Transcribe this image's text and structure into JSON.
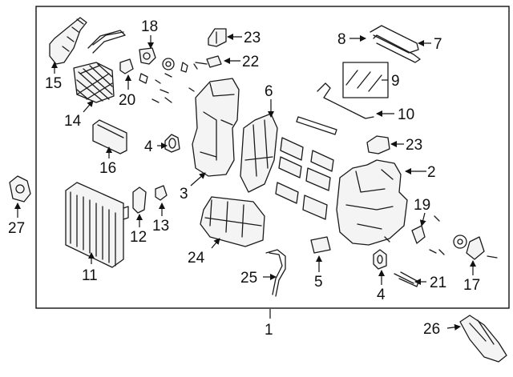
{
  "callouts": {
    "c1": "1",
    "c2": "2",
    "c3": "3",
    "c4a": "4",
    "c4b": "4",
    "c5": "5",
    "c6": "6",
    "c7": "7",
    "c8": "8",
    "c9": "9",
    "c10": "10",
    "c11": "11",
    "c12": "12",
    "c13": "13",
    "c14": "14",
    "c15": "15",
    "c16": "16",
    "c17": "17",
    "c18": "18",
    "c19": "19",
    "c20": "20",
    "c21": "21",
    "c22": "22",
    "c23a": "23",
    "c23b": "23",
    "c24": "24",
    "c25": "25",
    "c26": "26",
    "c27": "27"
  },
  "colors": {
    "line": "#111111",
    "part_fill": "#f4f4f4",
    "background": "#ffffff"
  }
}
